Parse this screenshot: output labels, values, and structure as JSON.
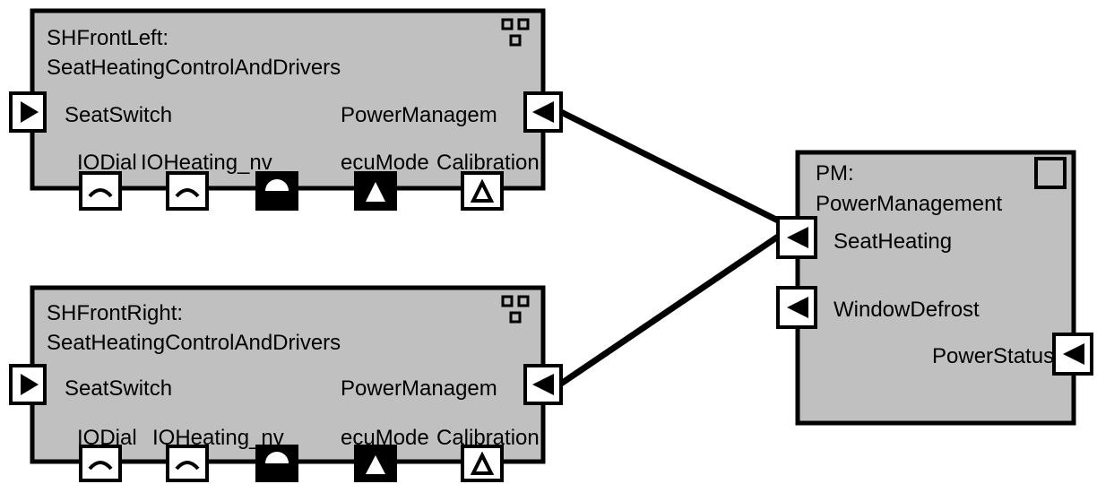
{
  "diagram": {
    "components": [
      {
        "id": "sh-front-left",
        "instance": "SHFrontLeft:",
        "type": "SeatHeatingControlAndDrivers",
        "composite": true,
        "ports": {
          "left_in": "SeatSwitch",
          "right_out": "PowerManagem",
          "bottom": [
            "IODial",
            "IOHeating_nv",
            "ecuMode",
            "Calibration"
          ]
        }
      },
      {
        "id": "sh-front-right",
        "instance": "SHFrontRight:",
        "type": "SeatHeatingControlAndDrivers",
        "composite": true,
        "ports": {
          "left_in": "SeatSwitch",
          "right_out": "PowerManagem",
          "bottom": [
            "IODial",
            "IOHeating_nv",
            "ecuMode",
            "Calibration"
          ]
        }
      },
      {
        "id": "pm",
        "instance": "PM:",
        "type": "PowerManagement",
        "composite": false,
        "ports": {
          "left": [
            "SeatHeating",
            "WindowDefrost"
          ],
          "right": "PowerStatus"
        }
      }
    ],
    "connections": [
      {
        "from": "SHFrontLeft.PowerManagement",
        "to": "PM.SeatHeating"
      },
      {
        "from": "SHFrontRight.PowerManagement",
        "to": "PM.SeatHeating"
      }
    ]
  }
}
